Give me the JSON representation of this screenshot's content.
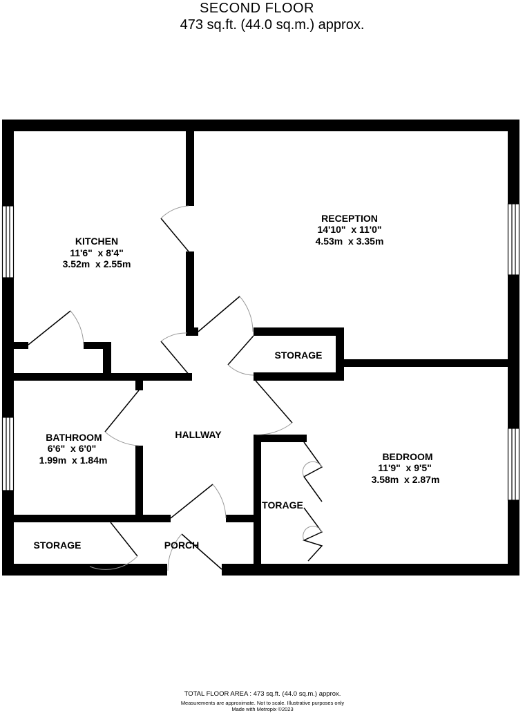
{
  "header": {
    "floor_name": "SECOND FLOOR",
    "area": "473 sq.ft. (44.0 sq.m.) approx."
  },
  "rooms": {
    "kitchen": {
      "name": "KITCHEN",
      "imperial": "11'6\"  x 8'4\"",
      "metric": "3.52m  x 2.55m"
    },
    "reception": {
      "name": "RECEPTION",
      "imperial": "14'10\"  x 11'0\"",
      "metric": "4.53m  x 3.35m"
    },
    "storage_hall": {
      "name": "STORAGE"
    },
    "bathroom": {
      "name": "BATHROOM",
      "imperial": "6'6\"  x 6'0\"",
      "metric": "1.99m  x 1.84m"
    },
    "hallway": {
      "name": "HALLWAY"
    },
    "bedroom": {
      "name": "BEDROOM",
      "imperial": "11'9\"  x 9'5\"",
      "metric": "3.58m  x 2.87m"
    },
    "storage_bedroom": {
      "name": "TORAGE"
    },
    "storage_porch": {
      "name": "STORAGE"
    },
    "porch": {
      "name": "PORCH"
    }
  },
  "footer": {
    "total_area": "TOTAL FLOOR AREA : 473 sq.ft. (44.0 sq.m.) approx.",
    "disclaimer": "Measurements are approximate.  Not to scale.  Illustrative purposes only",
    "credit": "Made with Metropix ©2023"
  }
}
